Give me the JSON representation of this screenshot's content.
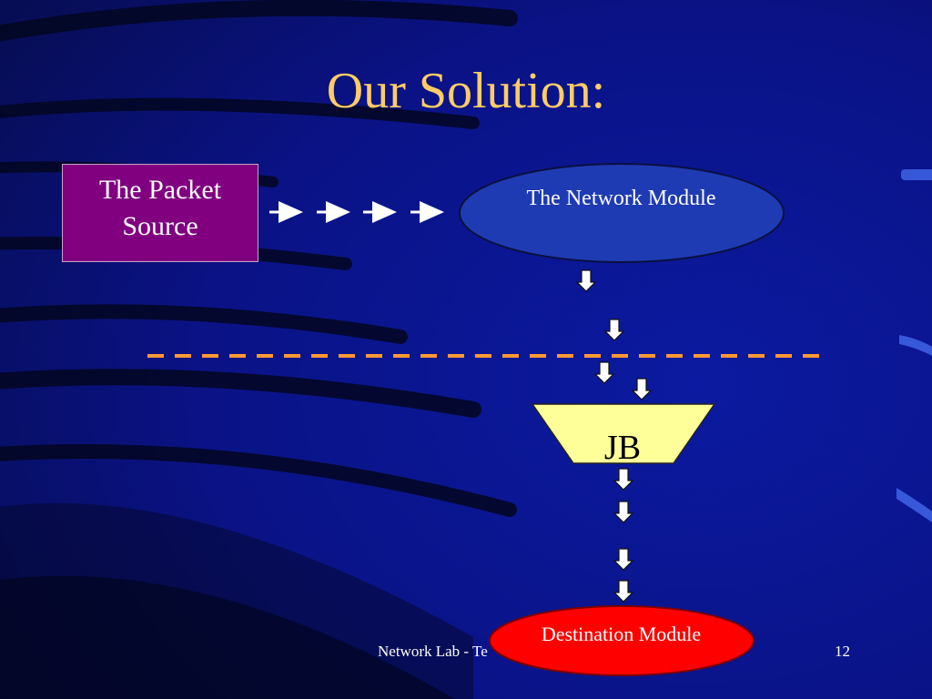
{
  "slide": {
    "title": "Our Solution:",
    "footer_left": "Network Lab - Te",
    "page_number": "12"
  },
  "nodes": {
    "packet_source": "The Packet Source",
    "network_module": "The Network Module",
    "jb": "JB",
    "destination_module": "Destination Module"
  },
  "colors": {
    "background": "#0a1280",
    "title": "#ffcc66",
    "packet_source": "#800080",
    "network_module": "#1f3bb3",
    "jb": "#ffff99",
    "destination_module": "#ff0000",
    "separator": "#ff9933"
  }
}
